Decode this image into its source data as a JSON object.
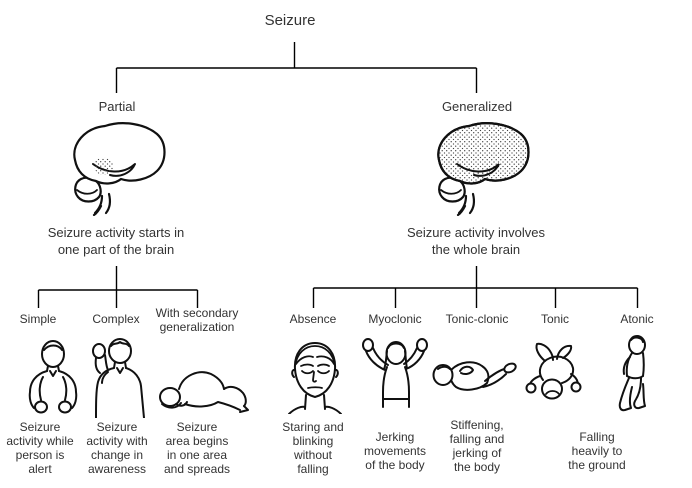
{
  "title": "Seizure",
  "colors": {
    "line": "#000000",
    "text": "#333333",
    "background": "#ffffff"
  },
  "partial": {
    "label": "Partial",
    "description": "Seizure activity starts in\none part of the brain",
    "brain_illustration": "brain-side-view-with-small-dotted-focus-area",
    "types": [
      {
        "label": "Simple",
        "illustration": "person-standing-alert-with-clenched-fists",
        "caption": "Seizure\nactivity while\nperson is\nalert"
      },
      {
        "label": "Complex",
        "illustration": "person-with-raised-fist",
        "caption": "Seizure\nactivity with\nchange in\nawareness"
      },
      {
        "label": "With secondary\ngeneralization",
        "illustration": "person-collapsed-prone-on-ground",
        "caption": "Seizure\narea begins\nin one area\nand spreads"
      }
    ]
  },
  "generalized": {
    "label": "Generalized",
    "description": "Seizure activity involves\nthe whole brain",
    "brain_illustration": "brain-side-view-fully-dotted",
    "types": [
      {
        "label": "Absence",
        "illustration": "face-with-closed-staring-eyes",
        "caption": "Staring and\nblinking\nwithout\nfalling"
      },
      {
        "label": "Myoclonic",
        "illustration": "person-with-both-arms-jerking-upward",
        "caption": "Jerking\nmovements\nof the body"
      },
      {
        "label": "Tonic-clonic",
        "illustration": "person-lying-on-back-limbs-raised",
        "caption": "Stiffening,\nfalling and\njerking of\nthe body"
      },
      {
        "label": "Tonic",
        "illustration": "person-falling-headfirst-top-view"
      },
      {
        "label": "Atonic",
        "illustration": "person-slumping-knees-buckling"
      }
    ],
    "shared_caption": {
      "text": "Falling\nheavily to\nthe ground",
      "applies_to": "Tonic and Atonic"
    }
  }
}
